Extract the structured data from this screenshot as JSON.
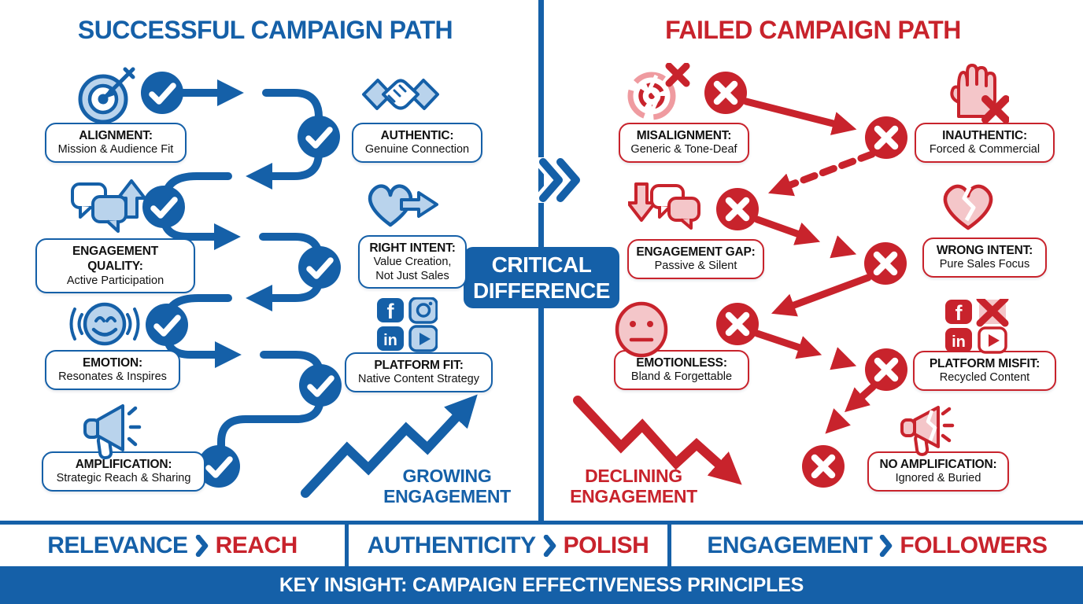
{
  "colors": {
    "blue": "#1560a8",
    "light_blue": "#b9d3ec",
    "red": "#c8232c",
    "light_red": "#f4c6c9",
    "background": "#ffffff"
  },
  "success": {
    "title": "SUCCESSFUL CAMPAIGN PATH",
    "trend_line1": "GROWING",
    "trend_line2": "ENGAGEMENT",
    "steps": [
      {
        "title": "ALIGNMENT:",
        "subtitle": "Mission & Audience Fit",
        "icon": "target-arrow-icon"
      },
      {
        "title": "AUTHENTIC:",
        "subtitle": "Genuine Connection",
        "icon": "handshake-icon"
      },
      {
        "title": "ENGAGEMENT QUALITY:",
        "subtitle": "Active Participation",
        "icon": "speech-bubbles-up-icon"
      },
      {
        "title": "RIGHT INTENT:",
        "subtitle": "Value Creation, Not Just Sales",
        "icon": "heart-arrow-icon"
      },
      {
        "title": "EMOTION:",
        "subtitle": "Resonates & Inspires",
        "icon": "smiling-face-waves-icon"
      },
      {
        "title": "PLATFORM FIT:",
        "subtitle": "Native Content Strategy",
        "icon": "social-platforms-icon"
      },
      {
        "title": "AMPLIFICATION:",
        "subtitle": "Strategic Reach & Sharing",
        "icon": "megaphone-icon"
      }
    ]
  },
  "failed": {
    "title": "FAILED CAMPAIGN PATH",
    "trend_line1": "DECLINING",
    "trend_line2": "ENGAGEMENT",
    "steps": [
      {
        "title": "MISALIGNMENT:",
        "subtitle": "Generic & Tone-Deaf",
        "icon": "broken-target-icon"
      },
      {
        "title": "INAUTHENTIC:",
        "subtitle": "Forced & Commercial",
        "icon": "stop-hand-icon"
      },
      {
        "title": "ENGAGEMENT GAP:",
        "subtitle": "Passive & Silent",
        "icon": "speech-bubbles-down-icon"
      },
      {
        "title": "WRONG INTENT:",
        "subtitle": "Pure Sales Focus",
        "icon": "broken-heart-icon"
      },
      {
        "title": "EMOTIONLESS:",
        "subtitle": "Bland & Forgettable",
        "icon": "neutral-face-icon"
      },
      {
        "title": "PLATFORM MISFIT:",
        "subtitle": "Recycled Content",
        "icon": "social-platforms-x-icon"
      },
      {
        "title": "NO AMPLIFICATION:",
        "subtitle": "Ignored & Buried",
        "icon": "broken-megaphone-icon"
      }
    ]
  },
  "center": {
    "line1": "CRITICAL",
    "line2": "DIFFERENCE"
  },
  "principles": [
    {
      "winner": "RELEVANCE",
      "loser": "REACH"
    },
    {
      "winner": "AUTHENTICITY",
      "loser": "POLISH"
    },
    {
      "winner": "ENGAGEMENT",
      "loser": "FOLLOWERS"
    }
  ],
  "footer": {
    "text": "KEY INSIGHT: CAMPAIGN EFFECTIVENESS PRINCIPLES"
  },
  "glyphs": {
    "check": "✓",
    "cross": "✕",
    "chevron": "❯",
    "facebook": "f",
    "linkedin": "in"
  }
}
